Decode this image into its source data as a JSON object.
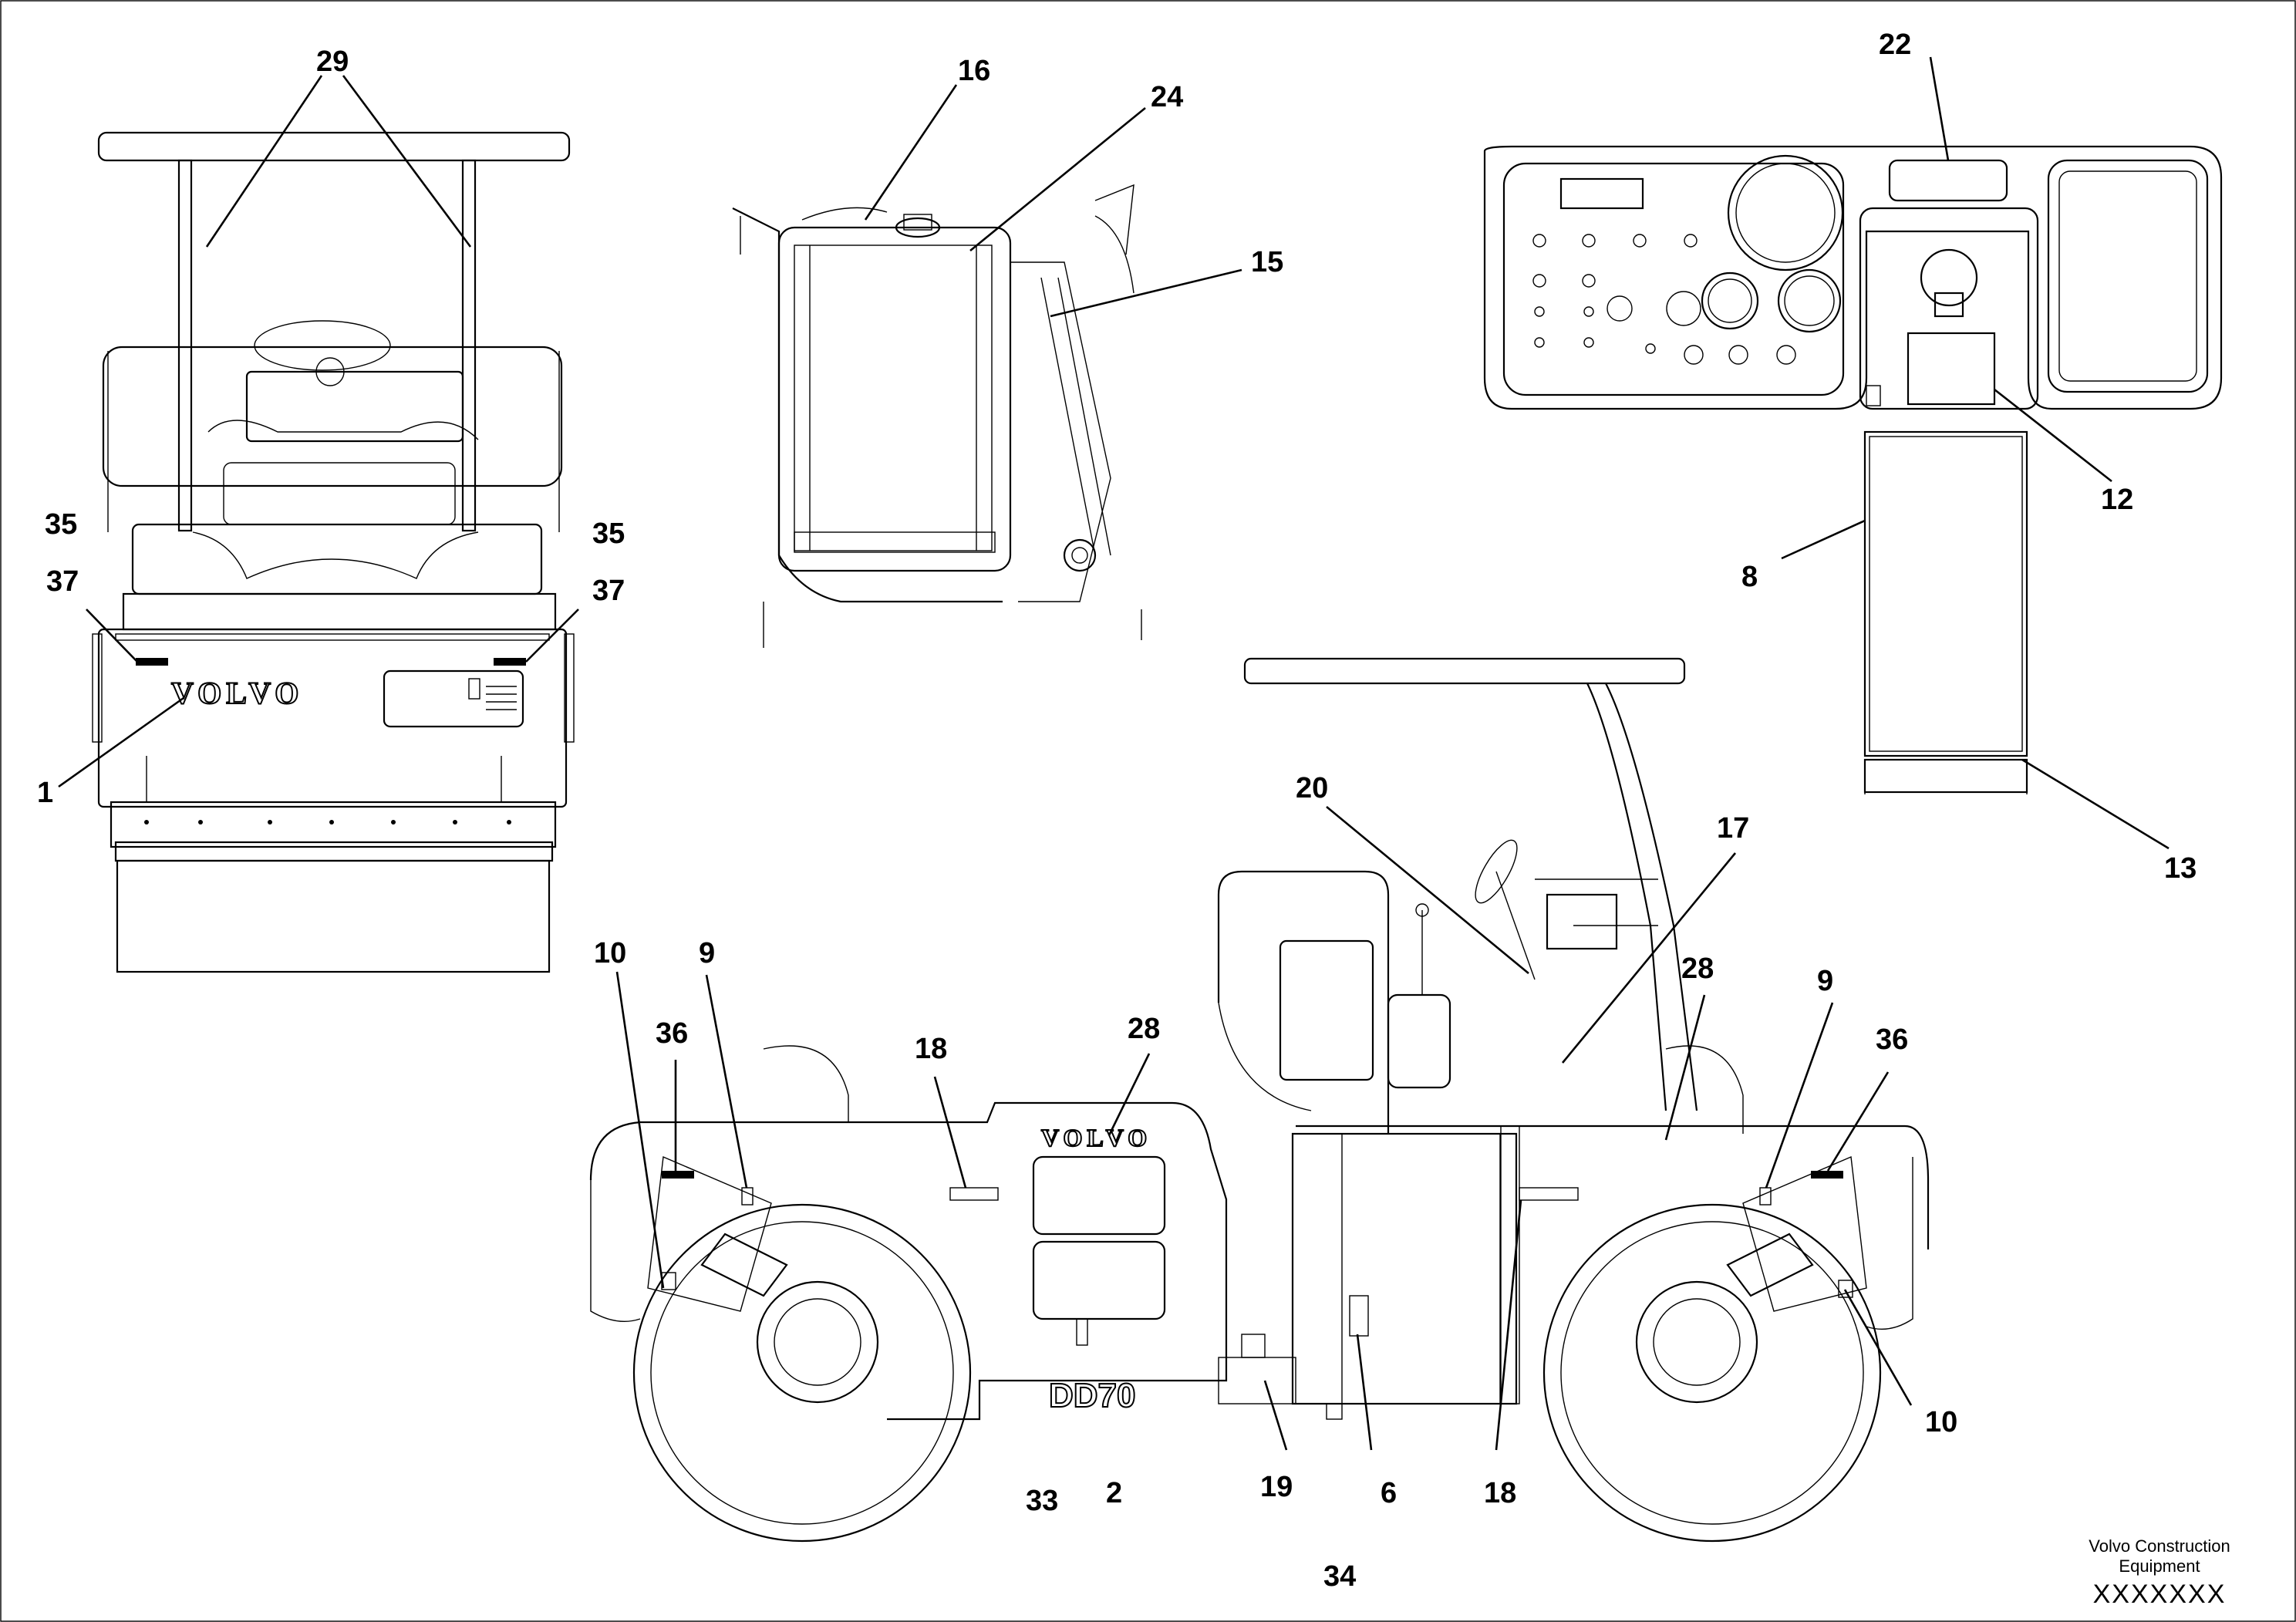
{
  "drawing": {
    "brand_text": "VOLVO",
    "model_text": "DD70",
    "footer": {
      "company_line1": "Volvo Construction",
      "company_line2": "Equipment",
      "code": "XXXXXXX"
    }
  },
  "callouts": {
    "front_view": [
      "29",
      "35",
      "35",
      "37",
      "37",
      "1"
    ],
    "radiator_view": [
      "16",
      "24",
      "15"
    ],
    "dashboard_view": [
      "22",
      "12",
      "8",
      "13"
    ],
    "side_view": [
      "10",
      "9",
      "36",
      "18",
      "28",
      "20",
      "17",
      "28",
      "9",
      "36",
      "10",
      "33",
      "2",
      "19",
      "6",
      "18",
      "34"
    ]
  }
}
